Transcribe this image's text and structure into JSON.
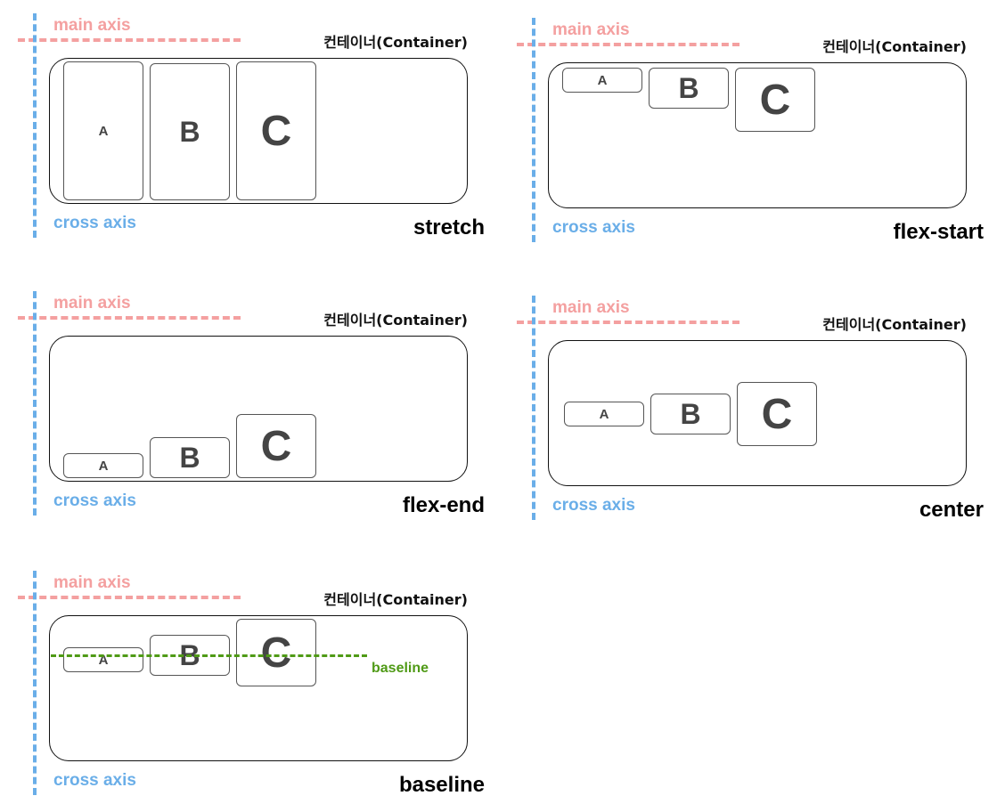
{
  "labels": {
    "main_axis": "main axis",
    "cross_axis": "cross axis",
    "container": "컨테이너(Container)",
    "baseline": "baseline"
  },
  "items": [
    "A",
    "B",
    "C"
  ],
  "panels": [
    {
      "mode": "stretch"
    },
    {
      "mode": "flex-start"
    },
    {
      "mode": "flex-end"
    },
    {
      "mode": "center"
    },
    {
      "mode": "baseline"
    }
  ],
  "colors": {
    "main_axis": "#f4a0a0",
    "cross_axis": "#6aaee8",
    "baseline": "#4f9a16"
  }
}
